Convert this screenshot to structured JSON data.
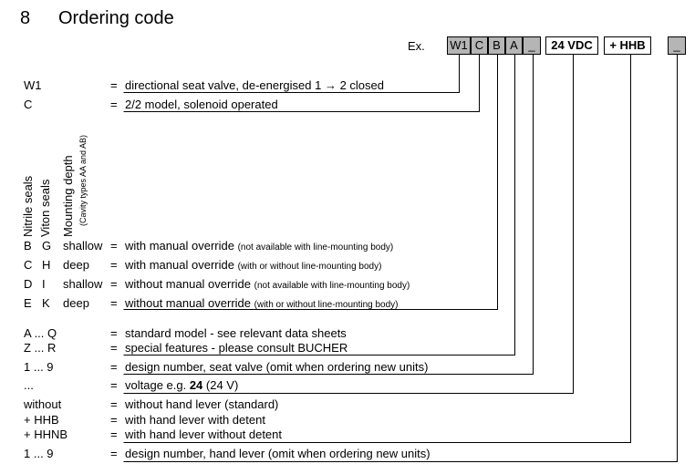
{
  "section": {
    "number": "8",
    "title": "Ordering code"
  },
  "example": {
    "label": "Ex.",
    "boxes": [
      "W1",
      "C",
      "B",
      "A",
      "_",
      "24 VDC",
      "+ HHB",
      "_"
    ]
  },
  "column_headers": {
    "nitrile": "Nitrile seals",
    "viton": "Viton seals",
    "mounting": "Mounting depth",
    "mounting_note": "(Cavity types AA and AB)"
  },
  "rows": {
    "w1": {
      "code": "W1",
      "eq": "=",
      "desc": "directional seat valve, de-energised 1 → 2 closed"
    },
    "c": {
      "code": "C",
      "eq": "=",
      "desc": "2/2 model, solenoid operated"
    },
    "bg": {
      "nitrile": "B",
      "viton": "G",
      "depth": "shallow",
      "eq": "=",
      "desc": "with manual override",
      "note": "(not available with line-mounting body)"
    },
    "ch": {
      "nitrile": "C",
      "viton": "H",
      "depth": "deep",
      "eq": "=",
      "desc": "with manual override",
      "note": "(with or without line-mounting body)"
    },
    "di": {
      "nitrile": "D",
      "viton": "I",
      "depth": "shallow",
      "eq": "=",
      "desc": "without manual override",
      "note": "(not available with line-mounting body)"
    },
    "ek": {
      "nitrile": "E",
      "viton": "K",
      "depth": "deep",
      "eq": "=",
      "desc": "without manual override",
      "note": "(with or without line-mounting body)"
    },
    "aq": {
      "code": "A ... Q",
      "eq": "=",
      "desc": "standard model - see relevant data sheets"
    },
    "zr": {
      "code": "Z ... R",
      "eq": "=",
      "desc": "special features - please consult BUCHER"
    },
    "n19a": {
      "code": "1 ... 9",
      "eq": "=",
      "desc": "design number, seat valve (omit when ordering new units)"
    },
    "volt": {
      "code": "...",
      "eq": "=",
      "desc_pre": "voltage e.g. ",
      "desc_bold": "24",
      "desc_post": " (24 V)"
    },
    "without": {
      "code": "without",
      "eq": "=",
      "desc": "without hand lever (standard)"
    },
    "hhb": {
      "code": "+ HHB",
      "eq": "=",
      "desc": "with hand lever with detent"
    },
    "hhnb": {
      "code": "+ HHNB",
      "eq": "=",
      "desc": "with hand lever without detent"
    },
    "n19b": {
      "code": "1 ... 9",
      "eq": "=",
      "desc": "design number, hand lever (omit when ordering new units)"
    }
  }
}
